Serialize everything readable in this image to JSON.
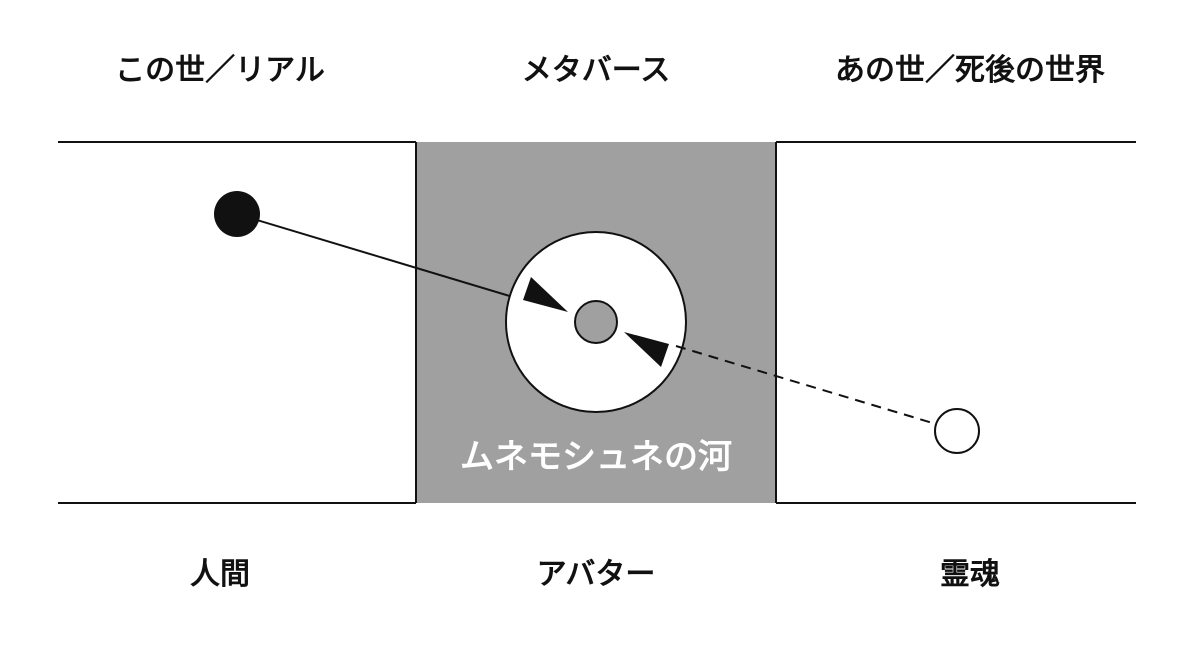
{
  "columns": {
    "left": {
      "title": "この世／リアル",
      "entity": "人間"
    },
    "middle": {
      "title": "メタバース",
      "entity": "アバター",
      "river_label": "ムネモシュネの河"
    },
    "right": {
      "title": "あの世／死後の世界",
      "entity": "霊魂"
    }
  },
  "colors": {
    "metaverse_fill": "#a0a0a0",
    "line": "#111111",
    "background": "#ffffff"
  }
}
